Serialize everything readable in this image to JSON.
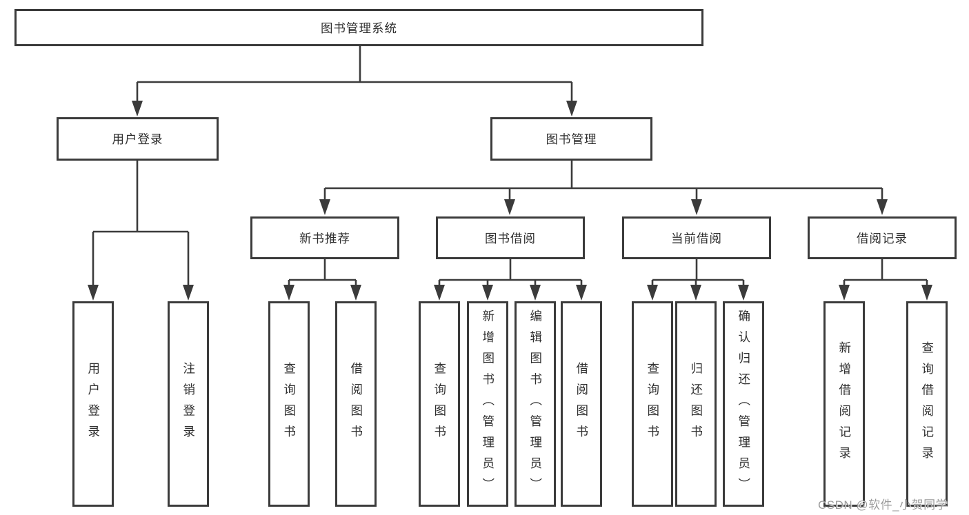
{
  "diagram_type": "tree",
  "tree": {
    "label": "图书管理系统",
    "children": [
      {
        "label": "用户登录",
        "children": [
          {
            "label": "用户登录"
          },
          {
            "label": "注销登录"
          }
        ]
      },
      {
        "label": "图书管理",
        "children": [
          {
            "label": "新书推荐",
            "children": [
              {
                "label": "查询图书"
              },
              {
                "label": "借阅图书"
              }
            ]
          },
          {
            "label": "图书借阅",
            "children": [
              {
                "label": "查询图书"
              },
              {
                "label": "新增图书（管理员）"
              },
              {
                "label": "编辑图书（管理员）"
              },
              {
                "label": "借阅图书"
              }
            ]
          },
          {
            "label": "当前借阅",
            "children": [
              {
                "label": "查询图书"
              },
              {
                "label": "归还图书"
              },
              {
                "label": "确认归还（管理员）"
              }
            ]
          },
          {
            "label": "借阅记录",
            "children": [
              {
                "label": "新增借阅记录"
              },
              {
                "label": "查询借阅记录"
              }
            ]
          }
        ]
      }
    ]
  },
  "watermark": "CSDN @软件_小贺同学",
  "colors": {
    "line": "#3b3b3b",
    "text": "#2f2f2f",
    "background": "#ffffff",
    "watermark": "#9b9b9b"
  }
}
